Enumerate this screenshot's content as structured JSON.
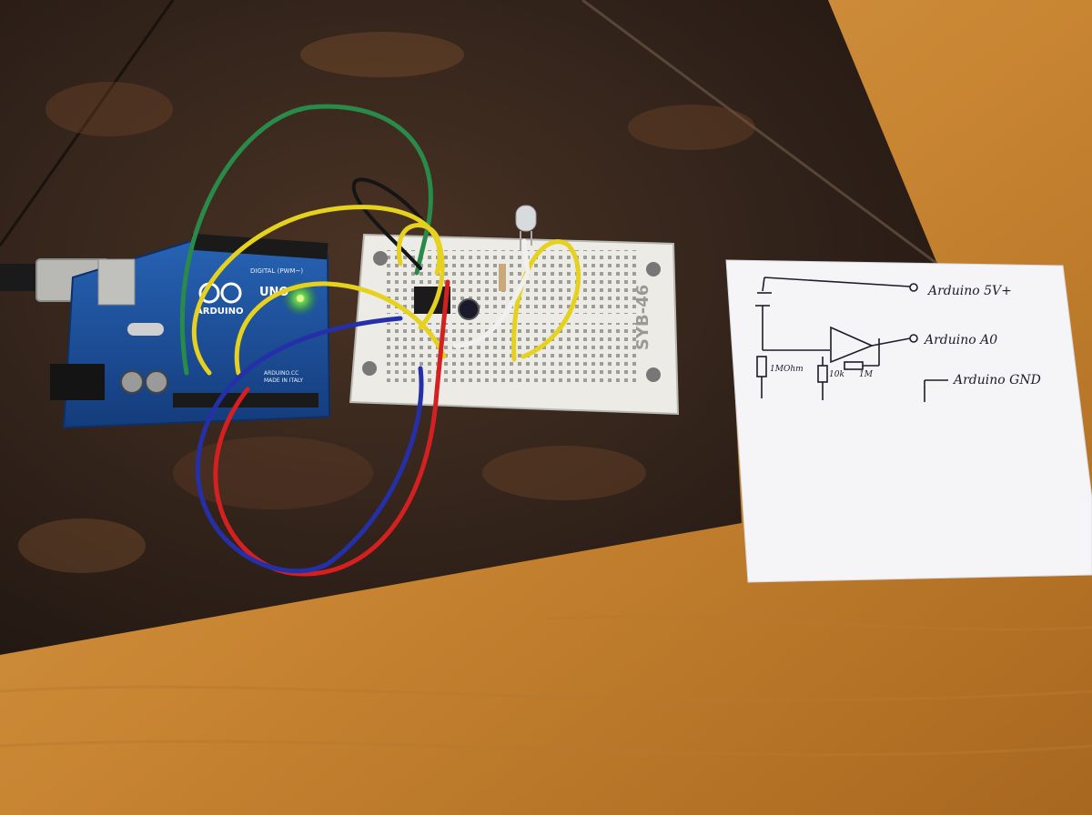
{
  "board": {
    "brand": "ARDUINO",
    "model": "UNO",
    "digital_header": "DIGITAL (PWM~)",
    "website": "ARDUINO.CC",
    "made_in": "MADE IN ITALY"
  },
  "breadboard": {
    "model": "SYB-46"
  },
  "schematic": {
    "labels": {
      "vcc": "Arduino 5V+",
      "analog_out": "Arduino A0",
      "ground": "Arduino GND",
      "r1": "1MOhm",
      "r2": "10k",
      "r3": "1M"
    }
  },
  "palette": {
    "table": "#c98a3a",
    "slate": "#3b2a20",
    "board": "#1d4f9c",
    "breadboard": "#ecebe6",
    "wire_green": "#2a8a4a",
    "wire_yellow": "#e6d21e",
    "wire_red": "#d42020",
    "wire_blue": "#2530a8",
    "wire_black": "#151515",
    "wire_white": "#f0f0f0"
  }
}
